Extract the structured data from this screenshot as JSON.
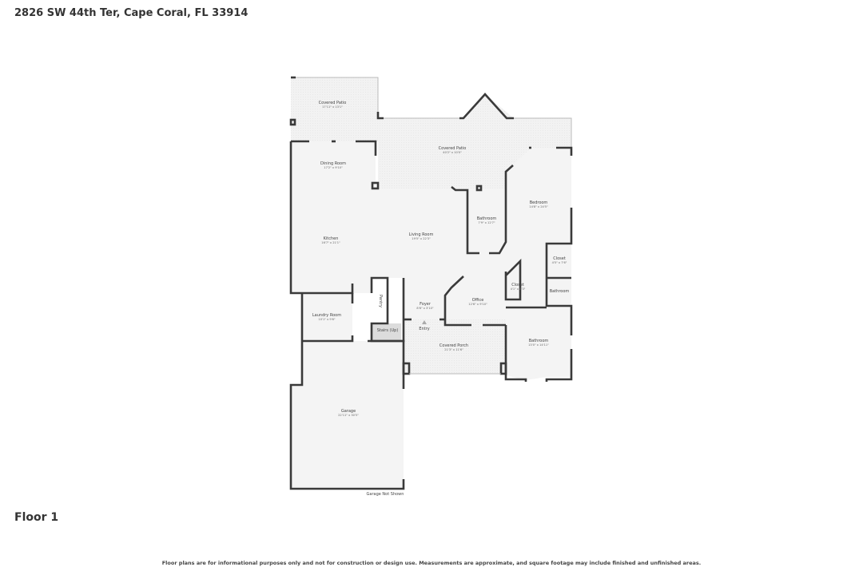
{
  "address": "2826 SW 44th Ter, Cape Coral, FL 33914",
  "floor_label": "Floor 1",
  "disclaimer": "Floor plans are for informational purposes only and not for construction or design use. Measurements are approximate, and square footage may include finished and unfinished areas.",
  "colors": {
    "wall": "#3a3a3a",
    "room_fill": "#f4f4f4",
    "outdoor_fill": "#f0f0f0",
    "stairs_fill": "#dcdcdc"
  },
  "rooms": [
    {
      "name": "Covered Patio",
      "dims": "17'11\" x 13'1\""
    },
    {
      "name": "Covered Patio",
      "dims": "40'2\" x 10'0\""
    },
    {
      "name": "Dining Room",
      "dims": "17'2\" x 9'10\""
    },
    {
      "name": "Bedroom",
      "dims": "14'8\" x 24'5\""
    },
    {
      "name": "Bathroom",
      "dims": "7'9\" x 12'7\""
    },
    {
      "name": "Kitchen",
      "dims": "16'7\" x 21'1\""
    },
    {
      "name": "Living Room",
      "dims": "19'5\" x 22'3\""
    },
    {
      "name": "Closet",
      "dims": "4'5\" x 7'6\""
    },
    {
      "name": "Closet",
      "dims": "4'1\" x 8'3\""
    },
    {
      "name": "Bathroom",
      "dims": ""
    },
    {
      "name": "Office",
      "dims": "12'6\" x 9'10\""
    },
    {
      "name": "Foyer",
      "dims": "8'6\" x 3'10\""
    },
    {
      "name": "Pantry",
      "dims": ""
    },
    {
      "name": "Laundry Room",
      "dims": "10'1\" x 9'6\""
    },
    {
      "name": "Stairs (Up)",
      "dims": ""
    },
    {
      "name": "Covered Porch",
      "dims": "21'3\" x 11'6\""
    },
    {
      "name": "Bathroom",
      "dims": "13'0\" x 14'11\""
    },
    {
      "name": "Garage",
      "dims": "22'11\" x 30'5\""
    }
  ],
  "labels": {
    "entry": "Entry",
    "garage_note": "Garage Not Shown"
  }
}
